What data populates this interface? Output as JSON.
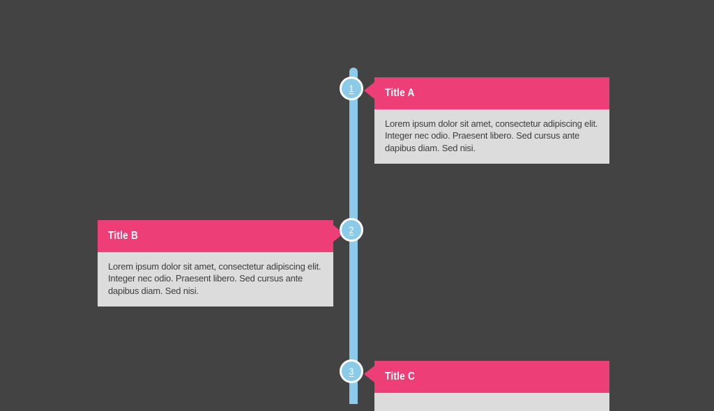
{
  "colors": {
    "page_background": "#434343",
    "timeline_line": "#8bcbe9",
    "card_header_pink": "#ed3e77",
    "card_body_background": "#dcdcdc",
    "card_body_text": "#3d3d3d",
    "milestone_fill": "#8bcbe9",
    "milestone_border": "#fdfeff",
    "milestone_number_text": "#ffffff",
    "title_text": "#ffffff"
  },
  "timeline": {
    "items": [
      {
        "number": "1",
        "title": "Title A",
        "side": "right",
        "body": "Lorem ipsum dolor sit amet, consectetur adipiscing elit. Integer nec odio. Praesent libero. Sed cursus ante dapibus diam. Sed nisi."
      },
      {
        "number": "2",
        "title": "Title B",
        "side": "left",
        "body": "Lorem ipsum dolor sit amet, consectetur adipiscing elit. Integer nec odio. Praesent libero. Sed cursus ante dapibus diam. Sed nisi."
      },
      {
        "number": "3",
        "title": "Title C",
        "side": "right",
        "body": ""
      }
    ]
  }
}
